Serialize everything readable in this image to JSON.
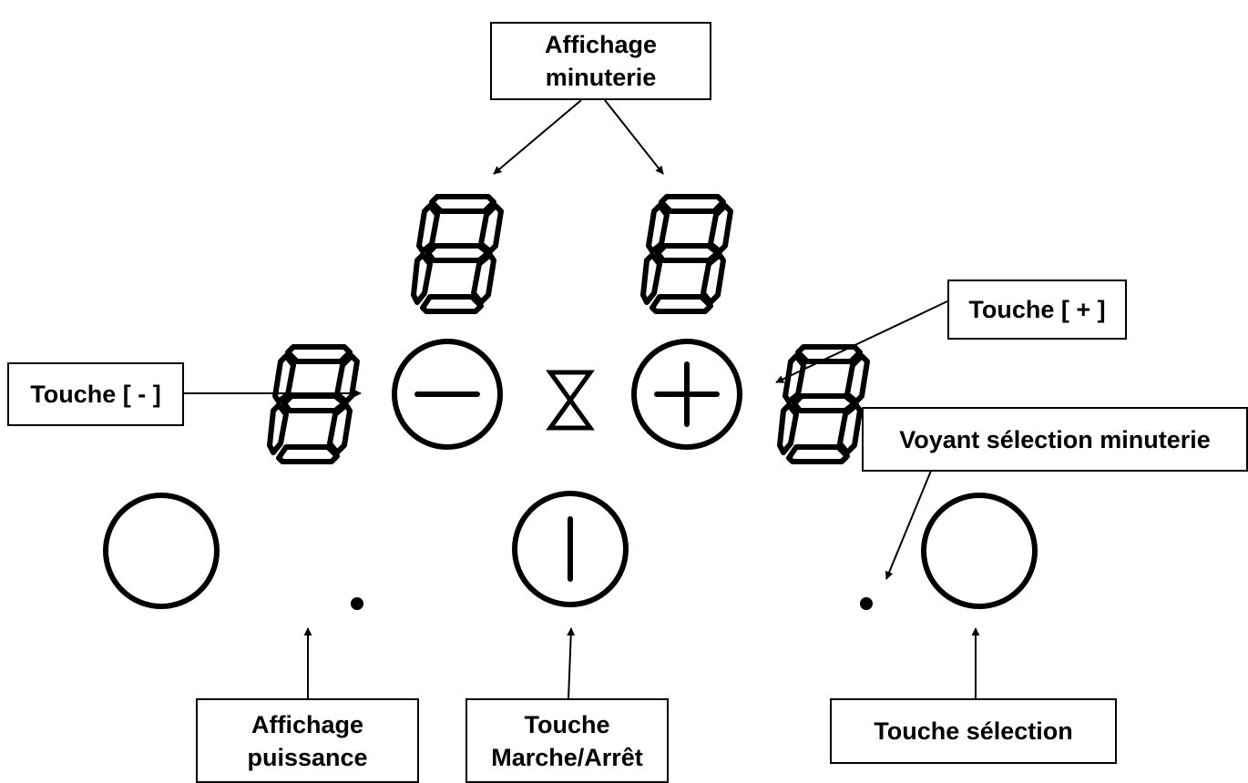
{
  "labels": {
    "timer_display": [
      "Affichage",
      "minuterie"
    ],
    "plus_key": [
      "Touche [ + ]"
    ],
    "minus_key": [
      "Touche [ - ]"
    ],
    "timer_select_indicator": [
      "Voyant sélection minuterie"
    ],
    "power_display": [
      "Affichage",
      "puissance"
    ],
    "on_off_key": [
      "Touche",
      "Marche/Arrêt"
    ],
    "select_key": [
      "Touche sélection"
    ]
  },
  "icons": {
    "minus": "minus-icon",
    "plus": "plus-icon",
    "hourglass": "hourglass-icon",
    "power": "power-icon",
    "empty_circle": "circle-icon",
    "seven_segment": "seven-segment-digit-icon"
  },
  "colors": {
    "ink": "#000000",
    "background": "#ffffff"
  }
}
